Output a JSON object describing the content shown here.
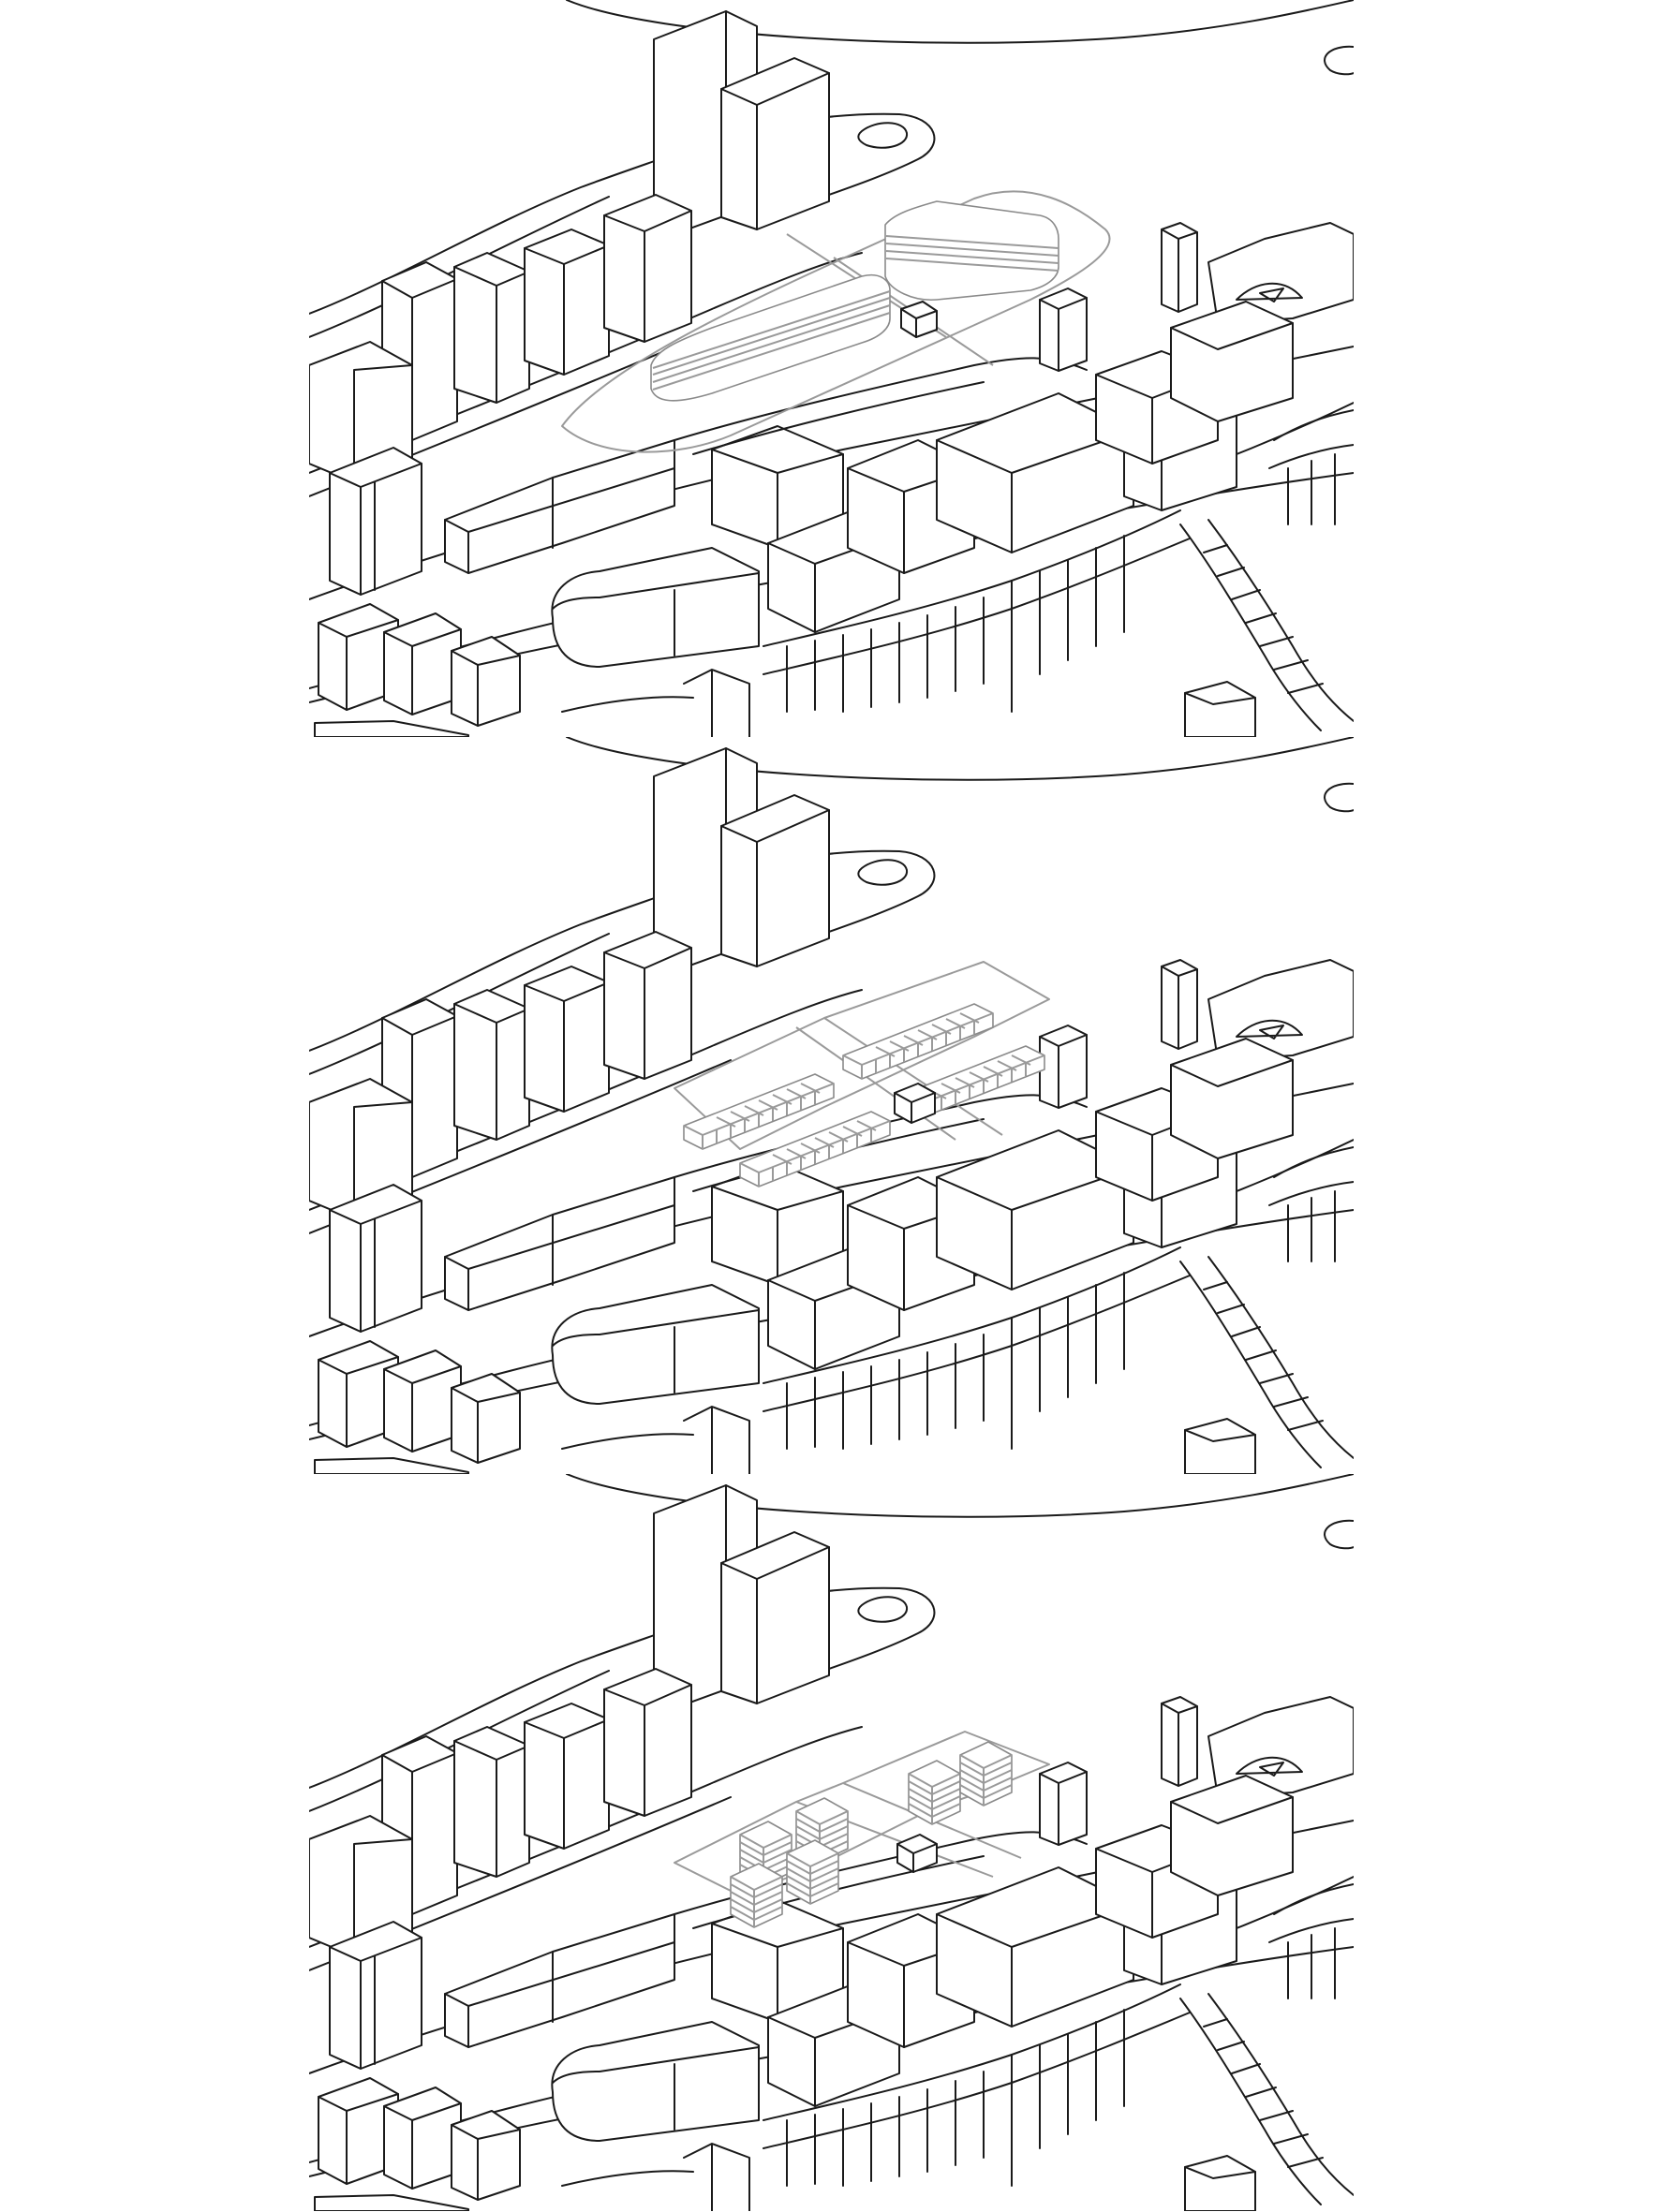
{
  "figure": {
    "panel_count": 3,
    "panels": [
      {
        "scenario": "linear-block",
        "description": ""
      },
      {
        "scenario": "row-houses",
        "description": ""
      },
      {
        "scenario": "point-towers",
        "description": ""
      }
    ],
    "colors": {
      "line": "#1a1a1a",
      "proposal_line": "#9a9a9a",
      "background": "#ffffff"
    }
  }
}
